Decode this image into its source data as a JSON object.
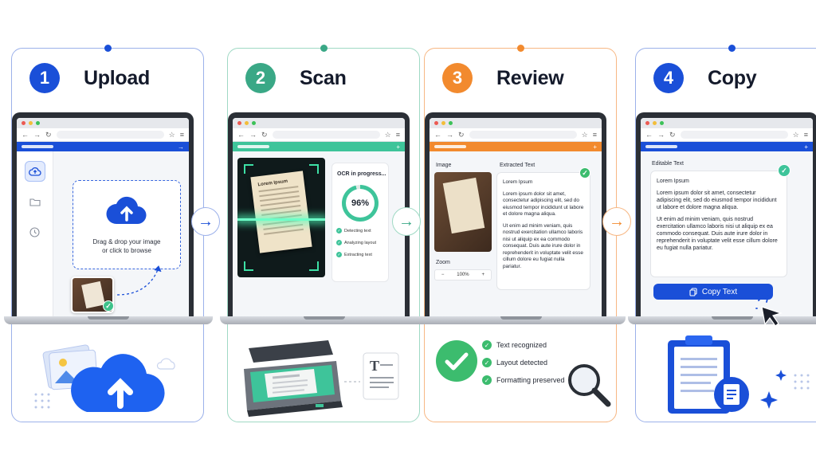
{
  "steps": [
    {
      "number": "1",
      "title": "Upload",
      "color": "#1a4fd8"
    },
    {
      "number": "2",
      "title": "Scan",
      "color": "#3aa886"
    },
    {
      "number": "3",
      "title": "Review",
      "color": "#f28a2e"
    },
    {
      "number": "4",
      "title": "Copy",
      "color": "#1a4fd8"
    }
  ],
  "upload": {
    "drop_text_line1": "Drag & drop your image",
    "drop_text_line2": "or click to browse"
  },
  "scan": {
    "doc_heading": "Lorem Ipsum",
    "ocr_title": "OCR in progress...",
    "progress": "96%",
    "progress_value": 0.96,
    "tasks": [
      "Detecting text",
      "Analyzing layout",
      "Extracting text"
    ]
  },
  "review": {
    "image_label": "Image",
    "extracted_label": "Extracted Text",
    "zoom_label": "Zoom",
    "zoom_minus": "−",
    "zoom_value": "100%",
    "zoom_plus": "+",
    "text_title": "Lorem Ipsum",
    "paragraph1": "Lorem ipsum dolor sit amet, consectetur adipiscing elit, sed do eiusmod tempor incididunt ut labore et dolore magna aliqua.",
    "paragraph2": "Ut enim ad minim veniam, quis nostrud exercitation ullamco laboris nisi ut aliquip ex ea commodo consequat. Duis aute irure dolor in reprehenderit in voluptate velit esse cillum dolore eu fugiat nulla pariatur.",
    "checklist": [
      "Text recognized",
      "Layout detected",
      "Formatting preserved"
    ]
  },
  "copy": {
    "editable_label": "Editable Text",
    "text_title": "Lorem Ipsum",
    "paragraph1": "Lorem ipsum dolor sit amet, consectetur adipiscing elit, sed do eiusmod tempor incididunt ut labore et dolore magna aliqua.",
    "paragraph2": "Ut enim ad minim veniam, quis nostrud exercitation ullamco laboris nisi ut aliquip ex ea commodo consequat. Duis aute irure dolor in reprehenderit in voluptate velit esse cillum dolore eu fugiat nulla pariatur.",
    "button_label": "Copy Text"
  },
  "scanner_glyph": "T",
  "icons": [
    "upload-cloud-icon",
    "folder-icon",
    "clock-icon",
    "arrow-right-icon",
    "scanner-icon",
    "magnifier-icon",
    "clipboard-icon",
    "document-icon",
    "cursor-icon",
    "copy-icon"
  ]
}
